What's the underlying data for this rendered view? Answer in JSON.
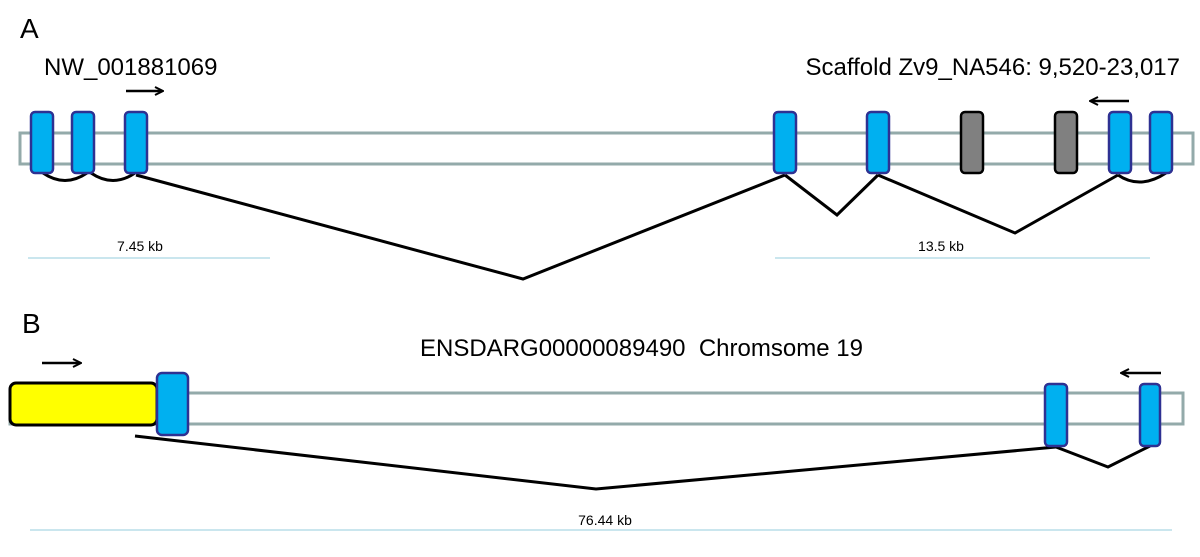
{
  "panel_a": {
    "letter": "A",
    "left_title": "NW_001881069",
    "right_title": "Scaffold Zv9_NA546: 9,520-23,017",
    "left_scale": "7.45 kb",
    "right_scale": "13.5 kb",
    "left_direction": "forward",
    "right_direction": "reverse"
  },
  "panel_b": {
    "letter": "B",
    "title": "ENSDARG00000089490  Chromsome 19",
    "scale": "76.44 kb",
    "direction_left": "forward",
    "direction_right": "reverse"
  },
  "colors": {
    "exon_fill": "#00b0f0",
    "exon_stroke": "#2e3192",
    "grey_exon_fill": "#808080",
    "utr_fill": "#ffff00",
    "backbone": "#93aaaa",
    "scale_line": "#b8dde8"
  }
}
